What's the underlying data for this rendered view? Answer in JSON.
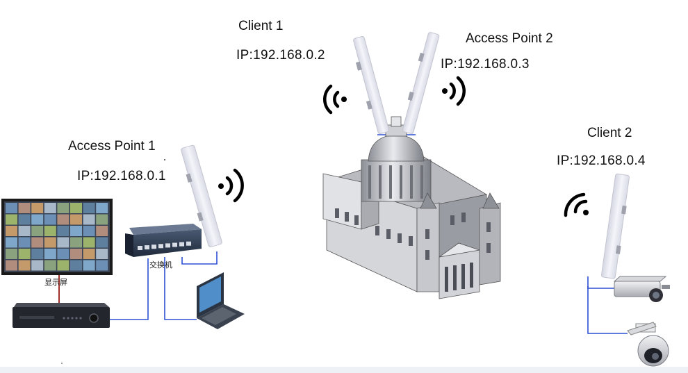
{
  "nodes": {
    "client1": {
      "name": "Client 1",
      "ip": "IP:192.168.0.2"
    },
    "ap2": {
      "name": "Access Point 2",
      "ip": "IP:192.168.0.3"
    },
    "ap1": {
      "name": "Access Point 1",
      "ip": "IP:192.168.0.1"
    },
    "client2": {
      "name": "Client 2",
      "ip": "IP:192.168.0.4"
    }
  },
  "equipment": {
    "monitor_caption": "显示屏",
    "switch_caption": "交换机"
  },
  "colors": {
    "cable": "#2c4fd4",
    "monitor_cable": "#a0302c",
    "antenna_body": "#edeef4",
    "wifi_signal": "#000000"
  },
  "icons": [
    "monitor-icon",
    "dvr-icon",
    "switch-icon",
    "laptop-icon",
    "cathedral-icon",
    "bullet-camera-icon",
    "dome-camera-icon",
    "wifi-signal-icon",
    "antenna-icon"
  ]
}
